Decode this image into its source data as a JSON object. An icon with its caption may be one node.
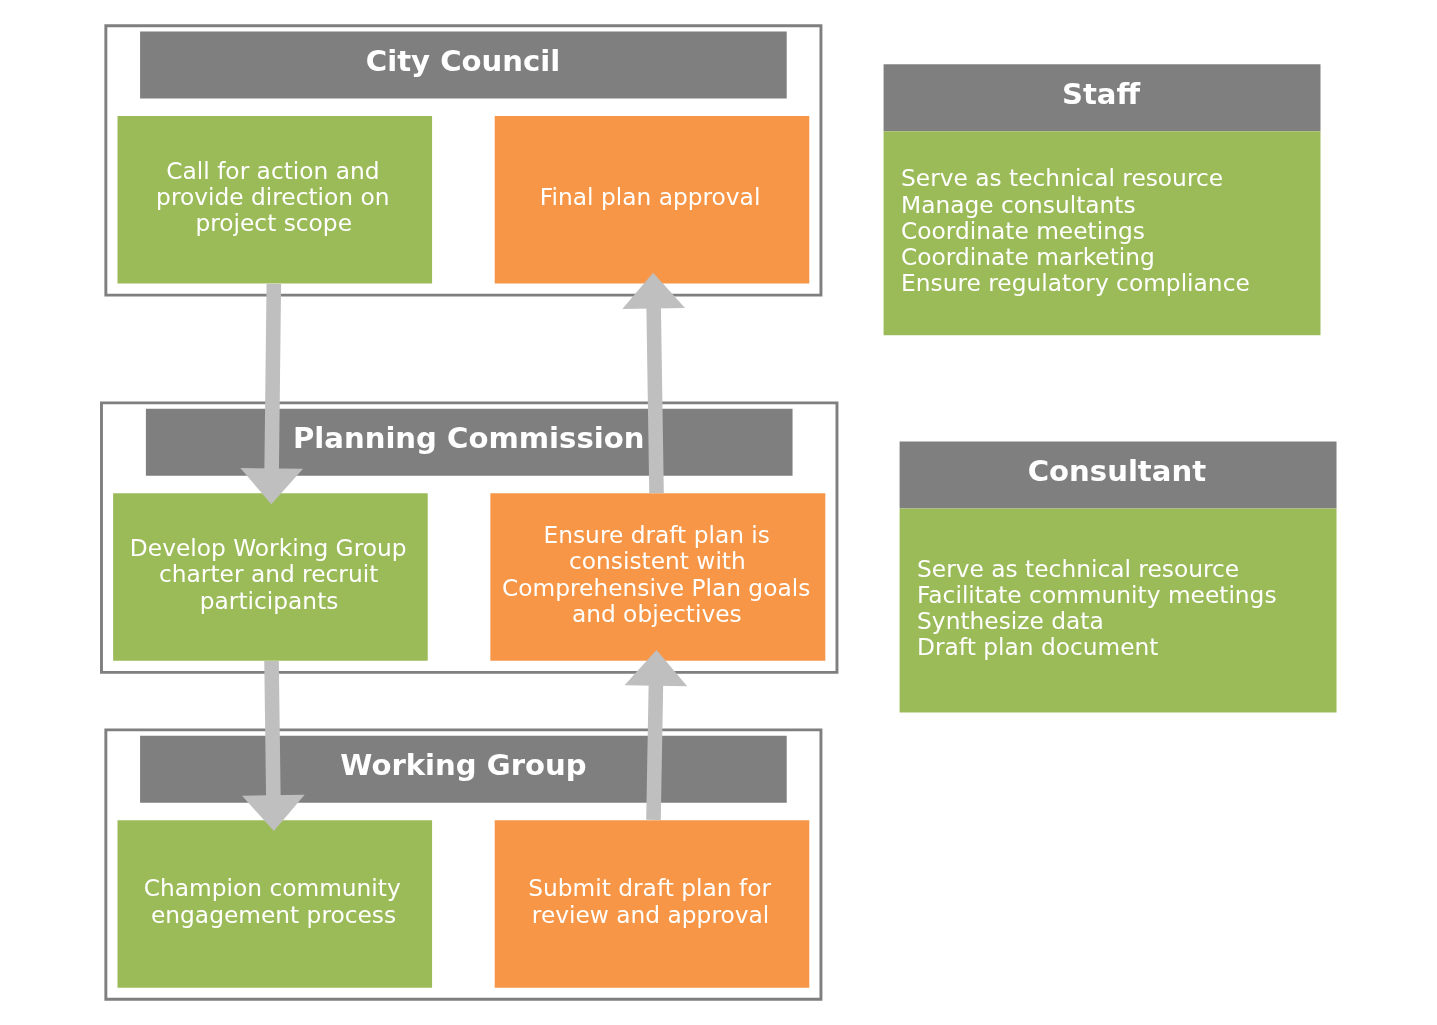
{
  "diagram": {
    "nodes": [
      {
        "text": [
          "City Council"
        ]
      },
      {
        "text": [
          "Call for action and provide direction on project scope"
        ],
        "in": 0
      },
      {
        "text": [
          "Final plan approval"
        ],
        "in": 0
      },
      {
        "text": [
          "Planning Commission"
        ]
      },
      {
        "text": [
          "Develop Working Group charter and recruit participants"
        ],
        "in": 3
      },
      {
        "text": [
          "Ensure draft plan is consistent with Comprehensive Plan goals and objectives"
        ],
        "in": 3
      },
      {
        "text": [
          "Working Group"
        ]
      },
      {
        "text": [
          "Champion community engagement process"
        ],
        "in": 6
      },
      {
        "text": [
          "Submit draft plan for review and approval"
        ],
        "in": 6
      },
      {
        "text": [
          "Staff",
          "Serve as technical resource",
          "Manage consultants",
          "Coordinate meetings",
          "Coordinate marketing",
          "Ensure regulatory compliance"
        ]
      },
      {
        "text": [
          "Consultant",
          "Serve as technical resource",
          "Facilitate community meetings",
          "Synthesize data",
          "Draft plan document"
        ]
      }
    ],
    "edges": [
      {
        "from": 0,
        "to": 3,
        "arrow": "to"
      },
      {
        "from": 3,
        "to": 6,
        "arrow": "to"
      },
      {
        "from": 6,
        "to": 3,
        "arrow": "to"
      },
      {
        "from": 3,
        "to": 0,
        "arrow": "to"
      }
    ]
  }
}
